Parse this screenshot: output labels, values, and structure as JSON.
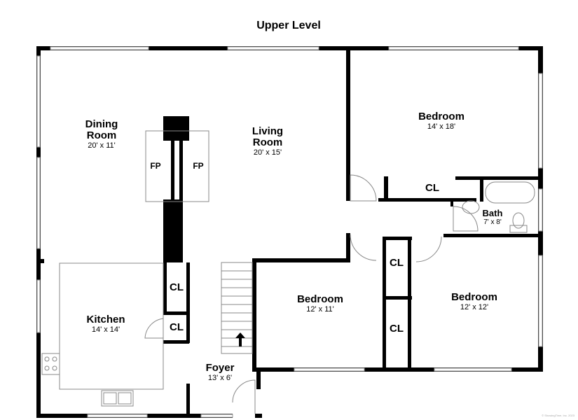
{
  "title": "Upper Level",
  "rooms": {
    "dining": {
      "name_line1": "Dining",
      "name_line2": "Room",
      "size": "20' x 11'"
    },
    "living": {
      "name_line1": "Living",
      "name_line2": "Room",
      "size": "20' x 15'"
    },
    "bedroom1": {
      "name": "Bedroom",
      "size": "14' x 18'"
    },
    "bath": {
      "name": "Bath",
      "size": "7' x 8'"
    },
    "bedroom2": {
      "name": "Bedroom",
      "size": "12' x 11'"
    },
    "bedroom3": {
      "name": "Bedroom",
      "size": "12' x 12'"
    },
    "kitchen": {
      "name": "Kitchen",
      "size": "14' x 14'"
    },
    "foyer": {
      "name": "Foyer",
      "size": "13' x 6'"
    }
  },
  "labels": {
    "fireplace": "FP",
    "closet": "CL"
  },
  "copyright": "© ShowingTime, Inc. 2023"
}
